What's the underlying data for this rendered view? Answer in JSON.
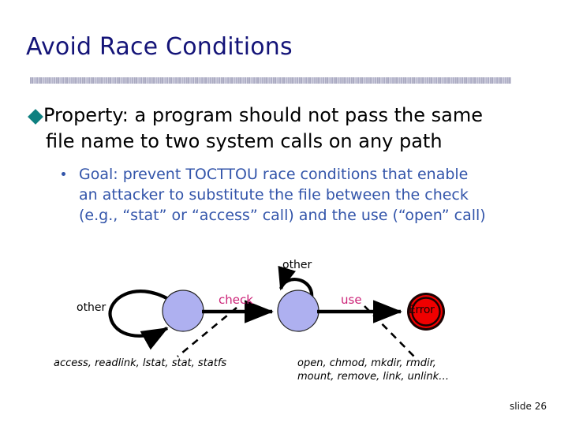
{
  "slide": {
    "title": "Avoid Race Conditions",
    "number_label": "slide 26"
  },
  "bullets": {
    "level1": {
      "marker": "diamond-bullet",
      "line1": "Property: a program should not pass the same",
      "line2": "file name to two system calls on any path"
    },
    "level2": {
      "marker": "round-bullet",
      "line1": "Goal: prevent TOCTTOU race conditions that enable",
      "line2": "an attacker to substitute the file between the check",
      "line3": "(e.g., “stat” or “access” call) and the use (“open” call)"
    }
  },
  "diagram": {
    "type": "state-machine",
    "states": [
      {
        "id": "s1",
        "label": "",
        "kind": "normal"
      },
      {
        "id": "s2",
        "label": "",
        "kind": "normal"
      },
      {
        "id": "s3",
        "label": "Error",
        "kind": "error"
      }
    ],
    "transitions": [
      {
        "from": "s1",
        "to": "s1",
        "label": "other"
      },
      {
        "from": "s1",
        "to": "s2",
        "label": "check"
      },
      {
        "from": "s2",
        "to": "s2",
        "label": "other"
      },
      {
        "from": "s2",
        "to": "s3",
        "label": "use"
      }
    ],
    "labels": {
      "other_left": "other",
      "other_top": "other",
      "check": "check",
      "use": "use",
      "error": "Error"
    },
    "annotations": {
      "check_calls": "access, readlink, lstat, stat, statfs",
      "use_calls": "open, chmod, mkdir, rmdir,\nmount, remove, link, unlink…"
    },
    "colors": {
      "state_fill": "#aeb0f0",
      "state_stroke": "#111111",
      "error_fill": "#f00000",
      "error_ring": "#1a0000",
      "transition_label": "#cc2277",
      "arrow": "#000000"
    }
  },
  "theme": {
    "title_color": "#141478",
    "level1_color": "#000000",
    "level1_bullet_color": "#0e8080",
    "level2_color": "#3355aa",
    "background": "#ffffff"
  }
}
